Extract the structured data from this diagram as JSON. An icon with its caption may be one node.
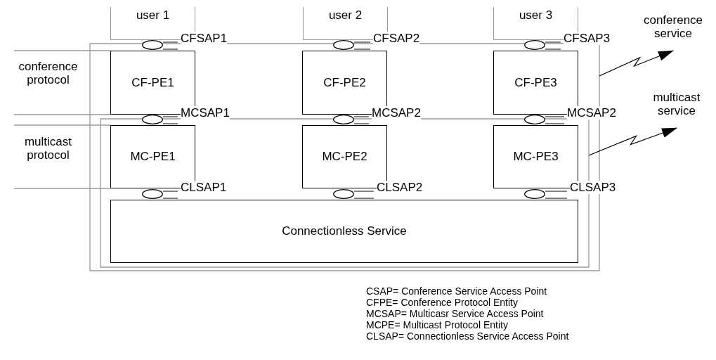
{
  "diagram": {
    "nodes": [
      {
        "text": [
          "user 1"
        ]
      },
      {
        "text": [
          "user 2"
        ]
      },
      {
        "text": [
          "user 3"
        ]
      },
      {
        "text": [
          "conference service"
        ]
      },
      {
        "text": [],
        "shape": "ellipse"
      },
      {
        "text": [],
        "shape": "ellipse"
      },
      {
        "text": [],
        "shape": "ellipse"
      },
      {
        "text": [
          "CF-PE1"
        ]
      },
      {
        "text": [
          "CF-PE2"
        ]
      },
      {
        "text": [
          "CF-PE3"
        ]
      },
      {
        "text": [
          "multicast service"
        ]
      },
      {
        "text": [],
        "shape": "ellipse"
      },
      {
        "text": [],
        "shape": "ellipse"
      },
      {
        "text": [],
        "shape": "ellipse"
      },
      {
        "text": [
          "MC-PE1"
        ]
      },
      {
        "text": [
          "MC-PE2"
        ]
      },
      {
        "text": [
          "MC-PE3"
        ]
      },
      {
        "text": [],
        "shape": "ellipse"
      },
      {
        "text": [],
        "shape": "ellipse"
      },
      {
        "text": [],
        "shape": "ellipse"
      },
      {
        "text": [
          "Connectionless Service"
        ]
      }
    ],
    "edges": [
      {
        "from": null,
        "to": 3,
        "arrow": "to"
      },
      {
        "from": null,
        "to": 10,
        "arrow": "to"
      }
    ],
    "labels": [
      "CFSAP1",
      "CFSAP2",
      "CFSAP3",
      "conference protocol",
      "MCSAP1",
      "MCSAP2",
      "MCSAP2",
      "multicast protocol",
      "CLSAP1",
      "CLSAP2",
      "CLSAP3",
      "CSAP= Conference Service Access Point",
      "CFPE= Conference Protocol Entity",
      "MCSAP= Multicasr Service Access Point",
      "MCPE= Multicast Protocol Entity",
      "CLSAP= Connectionless Service Access Point"
    ]
  }
}
